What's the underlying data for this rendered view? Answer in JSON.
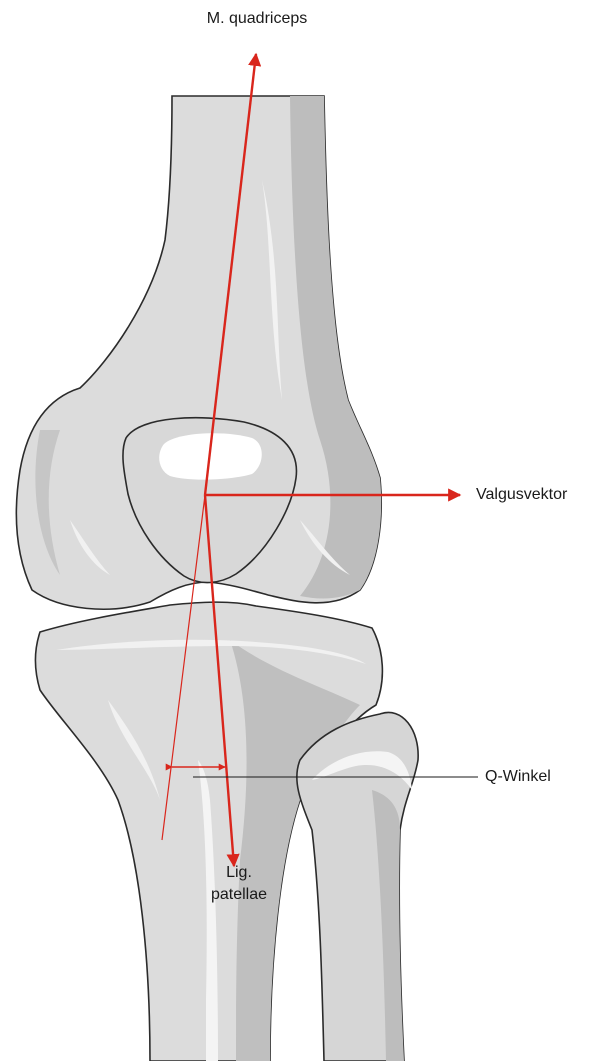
{
  "labels": {
    "quadriceps": "M. quadriceps",
    "valgus": "Valgusvektor",
    "q_angle": "Q-Winkel",
    "ligament_line1": "Lig.",
    "ligament_line2": "patellae"
  },
  "colors": {
    "bone_light": "#dcdcdc",
    "bone_mid": "#c3c3c3",
    "bone_dark": "#a9a9a9",
    "highlight": "#f4f4f4",
    "outline": "#2b2b2b",
    "vector": "#d9261c",
    "leader": "#1a1a1a"
  }
}
